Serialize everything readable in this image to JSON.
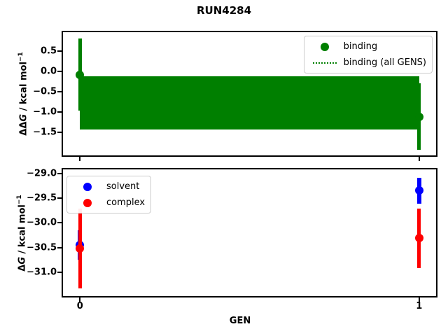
{
  "title": "RUN4284",
  "xlabel": "GEN",
  "top_plot": {
    "ylabel": {
      "prefix": "ΔΔ",
      "symbol": "G",
      "unit": " / kcal mol",
      "exponent": "−1"
    }
  },
  "bottom_plot": {
    "ylabel": {
      "prefix": "Δ",
      "symbol": "G",
      "unit": " / kcal mol",
      "exponent": "−1"
    }
  },
  "chart_data": [
    {
      "type": "errorbar",
      "subplot": "top",
      "title": "RUN4284",
      "ylabel": "ΔΔG / kcal mol⁻¹",
      "x": [
        0,
        1
      ],
      "series": [
        {
          "name": "binding",
          "color": "#007f00",
          "y": [
            -0.08,
            -1.11
          ],
          "yerr": [
            0.89,
            0.82
          ]
        }
      ],
      "band": {
        "name": "binding (all GENS)",
        "color": "#007f00",
        "linestyle": "dotted",
        "center": -0.77,
        "high": -0.12,
        "low": -1.42
      },
      "xlim": [
        -0.05,
        1.05
      ],
      "ylim": [
        -2.06,
        0.96
      ],
      "yticks": [
        {
          "v": 0.5,
          "label": "0.5"
        },
        {
          "v": 0.0,
          "label": "0.0"
        },
        {
          "v": -0.5,
          "label": "−0.5"
        },
        {
          "v": -1.0,
          "label": "−1.0"
        },
        {
          "v": -1.5,
          "label": "−1.5"
        }
      ],
      "xticks": [
        {
          "v": 0,
          "label": "0"
        },
        {
          "v": 1,
          "label": "1"
        }
      ],
      "show_xtick_labels": false,
      "legend_loc": "upper right",
      "grid": false
    },
    {
      "type": "errorbar",
      "subplot": "bottom",
      "xlabel": "GEN",
      "ylabel": "ΔG / kcal mol⁻¹",
      "x": [
        0,
        1
      ],
      "series": [
        {
          "name": "solvent",
          "color": "#0000ff",
          "y": [
            -30.45,
            -29.35
          ],
          "yerr": [
            0.3,
            0.26
          ]
        },
        {
          "name": "complex",
          "color": "#ff0000",
          "y": [
            -30.52,
            -30.31
          ],
          "yerr": [
            0.81,
            0.6
          ]
        }
      ],
      "xlim": [
        -0.05,
        1.05
      ],
      "ylim": [
        -31.48,
        -28.92
      ],
      "yticks": [
        {
          "v": -29.0,
          "label": "−29.0"
        },
        {
          "v": -29.5,
          "label": "−29.5"
        },
        {
          "v": -30.0,
          "label": "−30.0"
        },
        {
          "v": -30.5,
          "label": "−30.5"
        },
        {
          "v": -31.0,
          "label": "−31.0"
        }
      ],
      "xticks": [
        {
          "v": 0,
          "label": "0"
        },
        {
          "v": 1,
          "label": "1"
        }
      ],
      "show_xtick_labels": true,
      "legend_loc": "upper left",
      "grid": false
    }
  ]
}
